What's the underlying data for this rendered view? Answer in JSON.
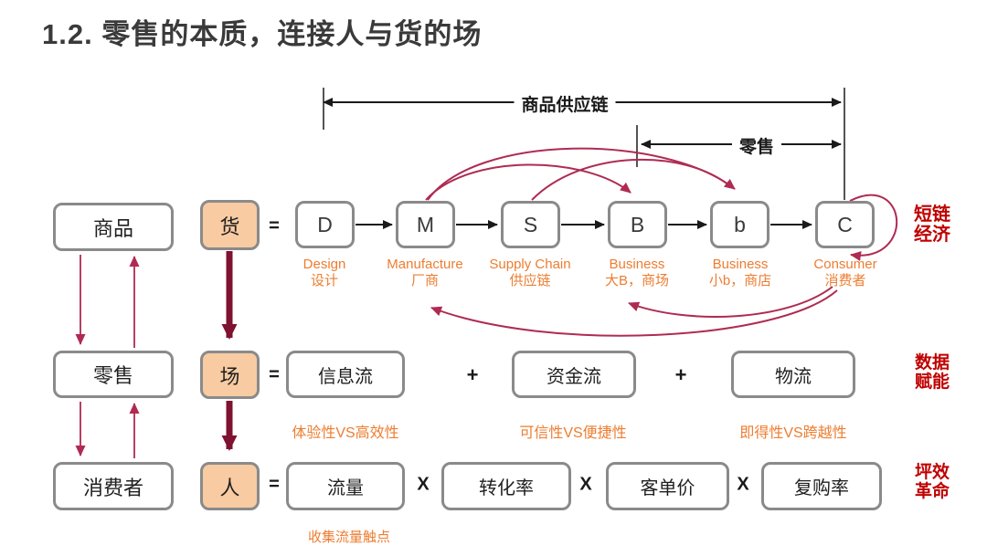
{
  "title": "1.2. 零售的本质，连接人与货的场",
  "brackets": {
    "supply_chain": "商品供应链",
    "retail": "零售"
  },
  "left_column": {
    "items": [
      "商品",
      "零售",
      "消费者"
    ]
  },
  "factor_column": {
    "items": [
      "货",
      "场",
      "人"
    ]
  },
  "operators": {
    "equals": "=",
    "plus": "+",
    "times": "X"
  },
  "chain": {
    "nodes": [
      {
        "letter": "D",
        "en": "Design",
        "cn": "设计"
      },
      {
        "letter": "M",
        "en": "Manufacture",
        "cn": "厂商"
      },
      {
        "letter": "S",
        "en": "Supply Chain",
        "cn": "供应链"
      },
      {
        "letter": "B",
        "en": "Business",
        "cn": "大B，商场"
      },
      {
        "letter": "b",
        "en": "Business",
        "cn": "小b，商店"
      },
      {
        "letter": "C",
        "en": "Consumer",
        "cn": "消费者"
      }
    ],
    "side_label": {
      "line1": "短链",
      "line2": "经济"
    }
  },
  "flows": {
    "boxes": [
      "信息流",
      "资金流",
      "物流"
    ],
    "notes": [
      "体验性VS高效性",
      "可信性VS便捷性",
      "即得性VS跨越性"
    ],
    "side_label": {
      "line1": "数据",
      "line2": "赋能"
    }
  },
  "metrics": {
    "boxes": [
      "流量",
      "转化率",
      "客单价",
      "复购率"
    ],
    "note": "收集流量触点",
    "side_label": {
      "line1": "坪效",
      "line2": "革命"
    }
  },
  "colors": {
    "accent_red": "#C00000",
    "orange_text": "#ED7D31",
    "crimson_arrow": "#AF2B52",
    "maroon_arrow": "#7E1230",
    "orange_fill": "#F8CBA2"
  }
}
